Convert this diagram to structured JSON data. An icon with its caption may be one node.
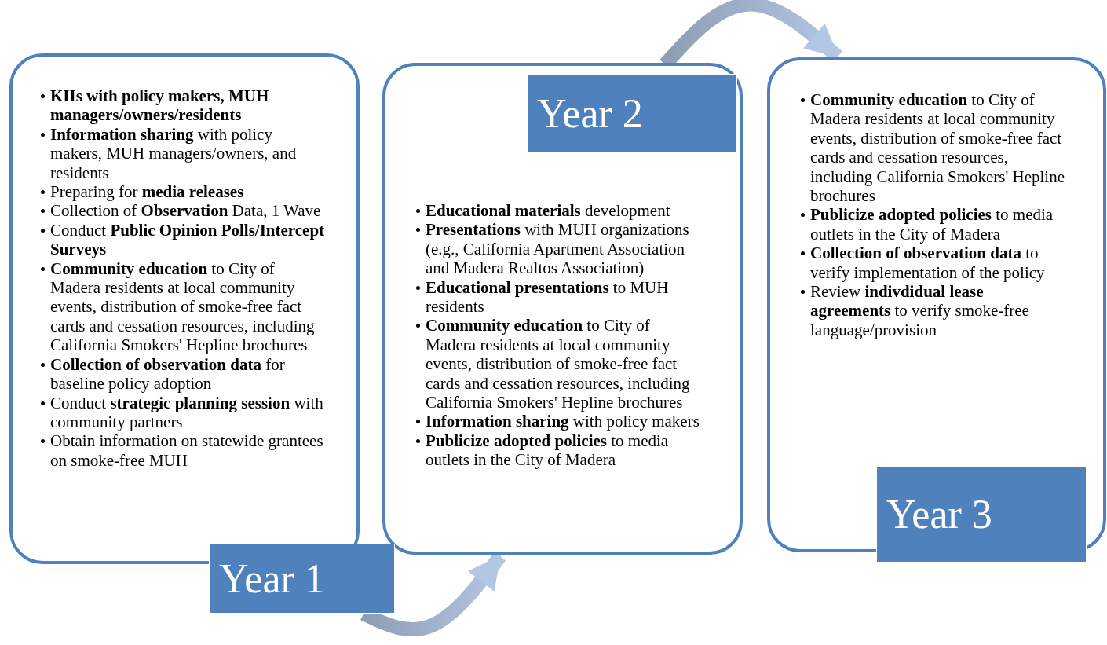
{
  "diagram": {
    "nodes": [
      {
        "text": [
          "**KIIs with policy makers, MUH managers/owners/residents**",
          "**Information sharing** with policy makers, MUH managers/owners, and residents",
          "Preparing for  **media  releases**",
          "Collection of **Observation** Data, 1 Wave",
          "Conduct **Public Opinion Polls/Intercept Surveys**",
          "**Community education** to City of Madera residents at local community events, distribution of smoke-free fact cards and cessation resources, including California Smokers' Hepline brochures",
          "**Collection of observation data** for baseline policy adoption",
          "Conduct **strategic planning session** with community partners",
          "Obtain information on statewide grantees on smoke-free MUH"
        ]
      },
      {
        "text": [
          "Year 1"
        ]
      },
      {
        "text": [
          "**Educational materials** development",
          "**Presentations** with MUH organizations (e.g., California Apartment Association and Madera Realtos Association)",
          "**Educational presentations** to MUH residents",
          "**Community education** to City of Madera residents at local community events, distribution of smoke-free fact cards and cessation resources, including California Smokers' Hepline brochures",
          "**Information sharing** with policy makers",
          "**Publicize adopted policies** to media outlets in the City of Madera"
        ]
      },
      {
        "text": [
          "Year 2"
        ],
        "in": 2
      },
      {
        "text": [
          "**Community education** to City of Madera residents at local community events, distribution of smoke-free fact cards and cessation resources, including California Smokers' Hepline brochures",
          "**Publicize adopted policies** to media outlets in the City of Madera",
          "**Collection of observation data** to verify implementation of the policy",
          "Review **indivdidual lease agreements** to verify smoke-free language/provision"
        ]
      },
      {
        "text": [
          "Year 3"
        ]
      }
    ],
    "edges": [
      {
        "from": 1,
        "to": 2,
        "arrow": "to",
        "style": "thick"
      },
      {
        "from": 2,
        "to": 4,
        "arrow": "to",
        "style": "thick"
      }
    ]
  }
}
